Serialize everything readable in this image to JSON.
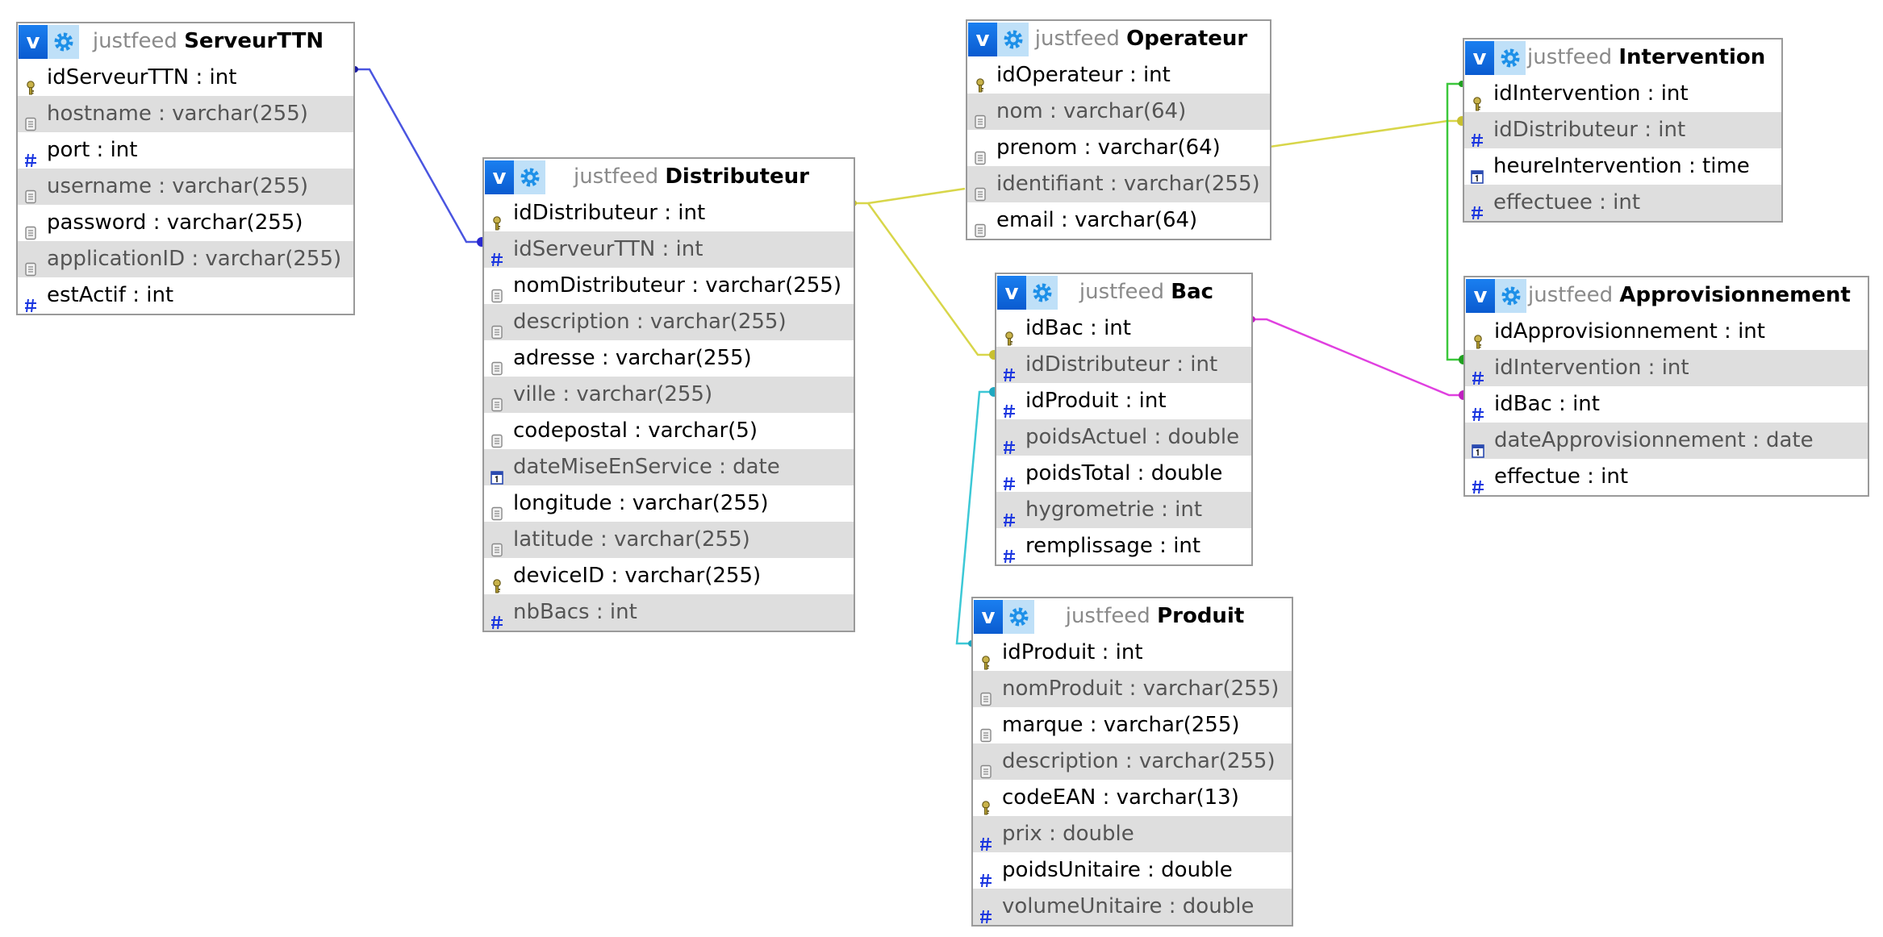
{
  "schema_name": "justfeed",
  "tables": [
    {
      "name": "ServeurTTN",
      "columns": [
        {
          "text": "idServeurTTN : int",
          "icon": "key-icon"
        },
        {
          "text": "hostname : varchar(255)",
          "icon": "text-field-icon"
        },
        {
          "text": "port : int",
          "icon": "numeric-field-icon"
        },
        {
          "text": "username : varchar(255)",
          "icon": "text-field-icon"
        },
        {
          "text": "password : varchar(255)",
          "icon": "text-field-icon"
        },
        {
          "text": "applicationID : varchar(255)",
          "icon": "text-field-icon"
        },
        {
          "text": "estActif : int",
          "icon": "numeric-field-icon"
        }
      ]
    },
    {
      "name": "Distributeur",
      "columns": [
        {
          "text": "idDistributeur : int",
          "icon": "key-icon"
        },
        {
          "text": "idServeurTTN : int",
          "icon": "numeric-field-icon"
        },
        {
          "text": "nomDistributeur : varchar(255)",
          "icon": "text-field-icon"
        },
        {
          "text": "description : varchar(255)",
          "icon": "text-field-icon"
        },
        {
          "text": "adresse : varchar(255)",
          "icon": "text-field-icon"
        },
        {
          "text": "ville : varchar(255)",
          "icon": "text-field-icon"
        },
        {
          "text": "codepostal : varchar(5)",
          "icon": "text-field-icon"
        },
        {
          "text": "dateMiseEnService : date",
          "icon": "date-field-icon"
        },
        {
          "text": "longitude : varchar(255)",
          "icon": "text-field-icon"
        },
        {
          "text": "latitude : varchar(255)",
          "icon": "text-field-icon"
        },
        {
          "text": "deviceID : varchar(255)",
          "icon": "key-icon"
        },
        {
          "text": "nbBacs : int",
          "icon": "numeric-field-icon"
        }
      ]
    },
    {
      "name": "Operateur",
      "columns": [
        {
          "text": "idOperateur : int",
          "icon": "key-icon"
        },
        {
          "text": "nom : varchar(64)",
          "icon": "text-field-icon"
        },
        {
          "text": "prenom : varchar(64)",
          "icon": "text-field-icon"
        },
        {
          "text": "identifiant : varchar(255)",
          "icon": "text-field-icon"
        },
        {
          "text": "email : varchar(64)",
          "icon": "text-field-icon"
        }
      ]
    },
    {
      "name": "Bac",
      "columns": [
        {
          "text": "idBac : int",
          "icon": "key-icon"
        },
        {
          "text": "idDistributeur : int",
          "icon": "numeric-field-icon"
        },
        {
          "text": "idProduit : int",
          "icon": "numeric-field-icon"
        },
        {
          "text": "poidsActuel : double",
          "icon": "numeric-field-icon"
        },
        {
          "text": "poidsTotal : double",
          "icon": "numeric-field-icon"
        },
        {
          "text": "hygrometrie : int",
          "icon": "numeric-field-icon"
        },
        {
          "text": "remplissage : int",
          "icon": "numeric-field-icon"
        }
      ]
    },
    {
      "name": "Produit",
      "columns": [
        {
          "text": "idProduit : int",
          "icon": "key-icon"
        },
        {
          "text": "nomProduit : varchar(255)",
          "icon": "text-field-icon"
        },
        {
          "text": "marque : varchar(255)",
          "icon": "text-field-icon"
        },
        {
          "text": "description : varchar(255)",
          "icon": "text-field-icon"
        },
        {
          "text": "codeEAN : varchar(13)",
          "icon": "key-icon"
        },
        {
          "text": "prix : double",
          "icon": "numeric-field-icon"
        },
        {
          "text": "poidsUnitaire : double",
          "icon": "numeric-field-icon"
        },
        {
          "text": "volumeUnitaire : double",
          "icon": "numeric-field-icon"
        }
      ]
    },
    {
      "name": "Intervention",
      "columns": [
        {
          "text": "idIntervention : int",
          "icon": "key-icon"
        },
        {
          "text": "idDistributeur : int",
          "icon": "numeric-field-icon"
        },
        {
          "text": "heureIntervention : time",
          "icon": "date-field-icon"
        },
        {
          "text": "effectuee : int",
          "icon": "numeric-field-icon"
        }
      ]
    },
    {
      "name": "Approvisionnement",
      "columns": [
        {
          "text": "idApprovisionnement : int",
          "icon": "key-icon"
        },
        {
          "text": "idIntervention : int",
          "icon": "numeric-field-icon"
        },
        {
          "text": "idBac : int",
          "icon": "numeric-field-icon"
        },
        {
          "text": "dateApprovisionnement : date",
          "icon": "date-field-icon"
        },
        {
          "text": "effectue : int",
          "icon": "numeric-field-icon"
        }
      ]
    }
  ],
  "relations": [
    {
      "from": "Distributeur.idServeurTTN",
      "to": "ServeurTTN.idServeurTTN",
      "color": "#4a55e0"
    },
    {
      "from": "Bac.idDistributeur",
      "to": "Distributeur.idDistributeur",
      "color": "#d8d64a"
    },
    {
      "from": "Intervention.idDistributeur",
      "to": "Distributeur.idDistributeur",
      "color": "#d8d64a"
    },
    {
      "from": "Bac.idProduit",
      "to": "Produit.idProduit",
      "color": "#3cc8d6"
    },
    {
      "from": "Approvisionnement.idIntervention",
      "to": "Intervention.idIntervention",
      "color": "#3cc83c"
    },
    {
      "from": "Approvisionnement.idBac",
      "to": "Bac.idBac",
      "color": "#e040e0"
    }
  ]
}
